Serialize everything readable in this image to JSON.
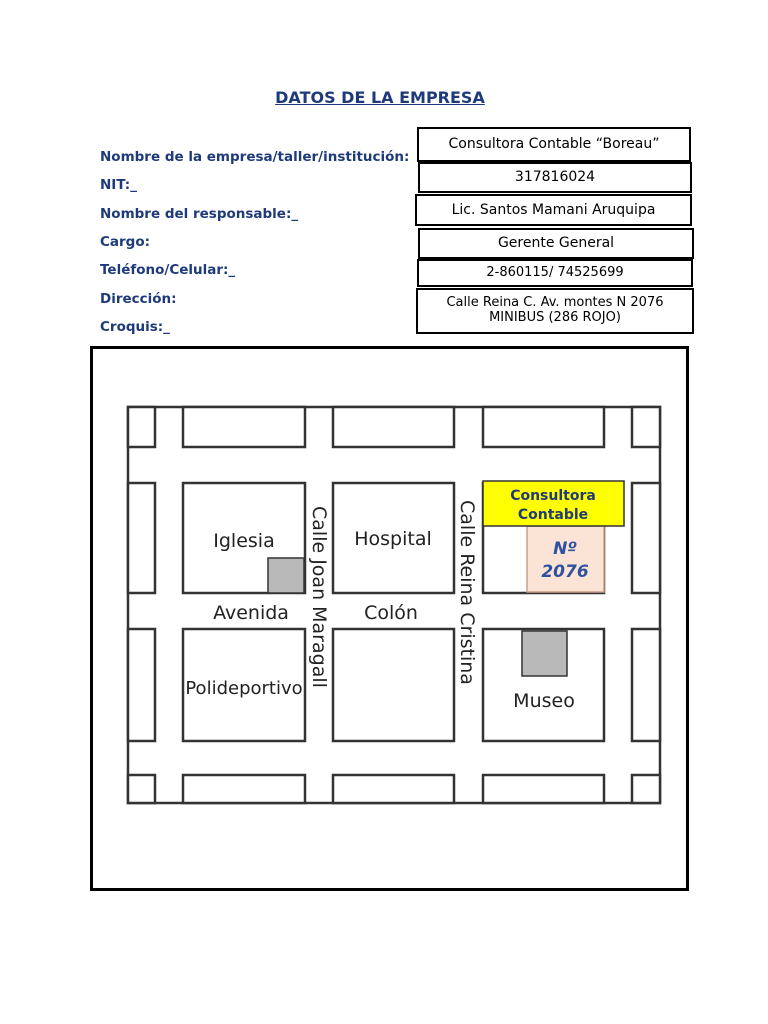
{
  "document": {
    "title": "DATOS DE LA EMPRESA",
    "fields": [
      {
        "label": "Nombre de la empresa/taller/institución:",
        "value": "Consultora Contable “Boreau”"
      },
      {
        "label": "NIT:_",
        "value": "317816024"
      },
      {
        "label": "Nombre del responsable:_",
        "value": "Lic. Santos Mamani Aruquipa"
      },
      {
        "label": "Cargo:",
        "value": "Gerente General"
      },
      {
        "label": "Teléfono/Celular:_",
        "value": "2-860115/ 74525699"
      },
      {
        "label": "Dirección:",
        "value_line1": "Calle Reina C. Av. montes N 2076",
        "value_line2": "MINIBUS (286 ROJO)"
      },
      {
        "label": "Croquis:_"
      }
    ]
  },
  "map": {
    "blocks": {
      "iglesia": "Iglesia",
      "hospital": "Hospital",
      "polideportivo": "Polideportivo",
      "museo": "Museo"
    },
    "streets": {
      "avenida": "Avenida",
      "colon": "Colón",
      "calle_joan": "Calle Joan Maragall",
      "calle_reina": "Calle Reina Cristina"
    },
    "highlight": {
      "line1": "Consultora",
      "line2": "Contable"
    },
    "number": {
      "line1": "Nº",
      "line2": "2076"
    },
    "colors": {
      "highlight_bg": "#ffff00",
      "highlight_text": "#1f3a7a",
      "number_bg": "#fbe3d6",
      "number_text": "#2f52a0",
      "marker": "#b9b9b9"
    }
  }
}
